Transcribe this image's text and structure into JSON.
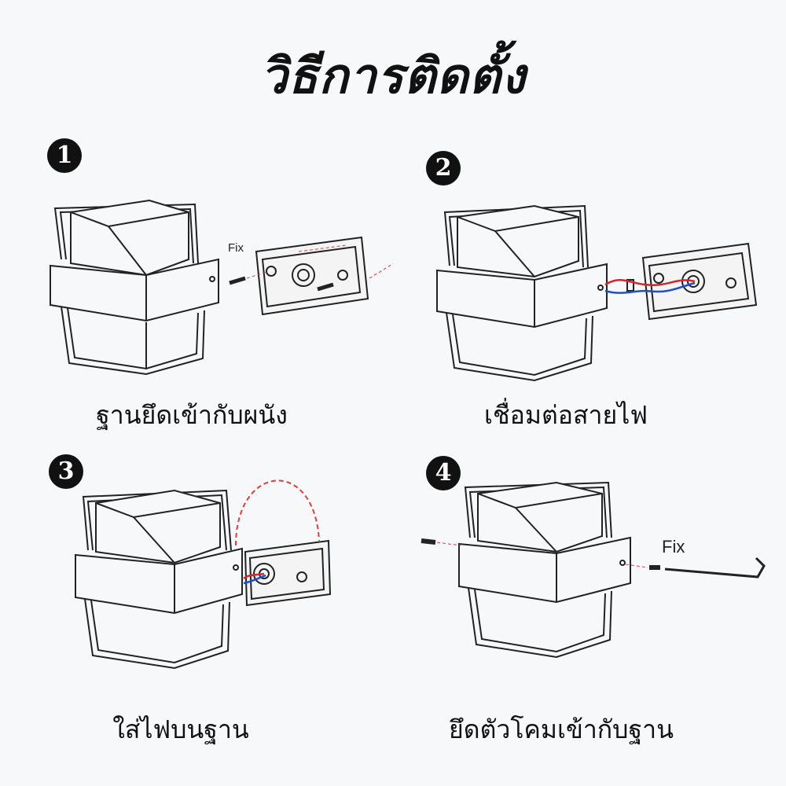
{
  "title": "วิธีการติดตั้ง",
  "steps": [
    {
      "number": "1",
      "caption": "ฐานยึดเข้ากับผนัง",
      "label": "Fix"
    },
    {
      "number": "2",
      "caption": "เชื่อมต่อสายไฟ"
    },
    {
      "number": "3",
      "caption": "ใส่ไฟบนฐาน"
    },
    {
      "number": "4",
      "caption": "ยึดตัวโคมเข้ากับฐาน",
      "label": "Fix"
    }
  ],
  "colors": {
    "line": "#222222",
    "wire_red": "#d9252a",
    "wire_blue": "#1c4fd6",
    "guide": "#e23b3b"
  }
}
